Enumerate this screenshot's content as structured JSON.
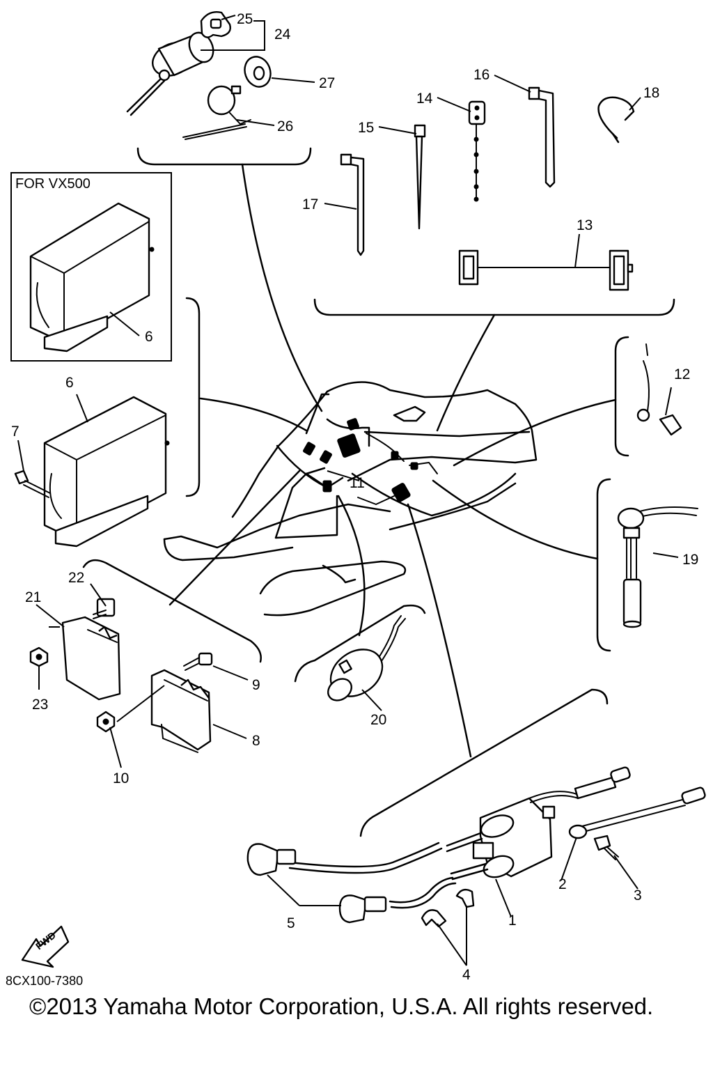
{
  "diagram": {
    "inset_title": "FOR VX500",
    "reference_code": "8CX100-7380",
    "fwd_label": "FWD",
    "copyright": "©2013 Yamaha Motor Corporation, U.S.A. All rights reserved."
  },
  "callouts": {
    "c1": "1",
    "c2": "2",
    "c3": "3",
    "c4": "4",
    "c5": "5",
    "c6a": "6",
    "c6b": "6",
    "c7": "7",
    "c8": "8",
    "c9": "9",
    "c10": "10",
    "c11": "11",
    "c12": "12",
    "c13": "13",
    "c14": "14",
    "c15": "15",
    "c16": "16",
    "c17": "17",
    "c18": "18",
    "c19": "19",
    "c20": "20",
    "c21": "21",
    "c22": "22",
    "c23": "23",
    "c24": "24",
    "c25": "25",
    "c26": "26",
    "c27": "27"
  }
}
